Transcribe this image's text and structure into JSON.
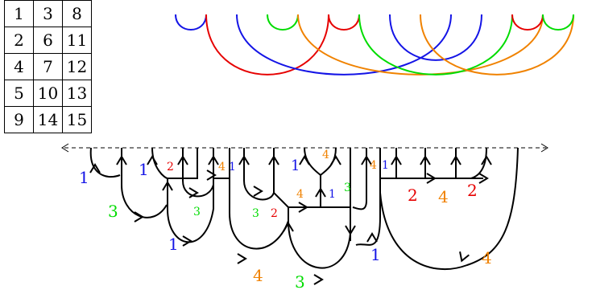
{
  "colors": {
    "1": "#1414e6",
    "2": "#e60000",
    "3": "#00dc00",
    "4": "#f08200",
    "black": "#000000"
  },
  "tableau": [
    [
      "1",
      "3",
      "8"
    ],
    [
      "2",
      "6",
      "11"
    ],
    [
      "4",
      "7",
      "12"
    ],
    [
      "5",
      "10",
      "13"
    ],
    [
      "9",
      "14",
      "15"
    ]
  ],
  "arc_diagram": {
    "arcs": [
      {
        "from": 1,
        "to": 2,
        "label": "1"
      },
      {
        "from": 2,
        "to": 6,
        "label": "2"
      },
      {
        "from": 3,
        "to": 10,
        "label": "1"
      },
      {
        "from": 4,
        "to": 5,
        "label": "3"
      },
      {
        "from": 5,
        "to": 13,
        "label": "4"
      },
      {
        "from": 6,
        "to": 7,
        "label": "2"
      },
      {
        "from": 7,
        "to": 12,
        "label": "3"
      },
      {
        "from": 8,
        "to": 11,
        "label": "1"
      },
      {
        "from": 9,
        "to": 16,
        "label": "4"
      },
      {
        "from": 12,
        "to": 13,
        "label": "2"
      },
      {
        "from": 13,
        "to": 14,
        "label": "3"
      },
      {
        "from": 14,
        "to": 15,
        "label": "4"
      }
    ]
  },
  "web_labels": [
    {
      "text": "1",
      "color": "1"
    },
    {
      "text": "1",
      "color": "1"
    },
    {
      "text": "2",
      "color": "2"
    },
    {
      "text": "4",
      "color": "4"
    },
    {
      "text": "1",
      "color": "1"
    },
    {
      "text": "1",
      "color": "1"
    },
    {
      "text": "4",
      "color": "4"
    },
    {
      "text": "4",
      "color": "4"
    },
    {
      "text": "1",
      "color": "1"
    },
    {
      "text": "3",
      "color": "3"
    },
    {
      "text": "4",
      "color": "4"
    },
    {
      "text": "1",
      "color": "1"
    },
    {
      "text": "2",
      "color": "2"
    },
    {
      "text": "3",
      "color": "3"
    },
    {
      "text": "4",
      "color": "4"
    },
    {
      "text": "2",
      "color": "2"
    },
    {
      "text": "3",
      "color": "3"
    },
    {
      "text": "2",
      "color": "2"
    },
    {
      "text": "3",
      "color": "3"
    },
    {
      "text": "1",
      "color": "1"
    },
    {
      "text": "1",
      "color": "1"
    },
    {
      "text": "4",
      "color": "4"
    },
    {
      "text": "3",
      "color": "3"
    },
    {
      "text": "4",
      "color": "4"
    }
  ]
}
